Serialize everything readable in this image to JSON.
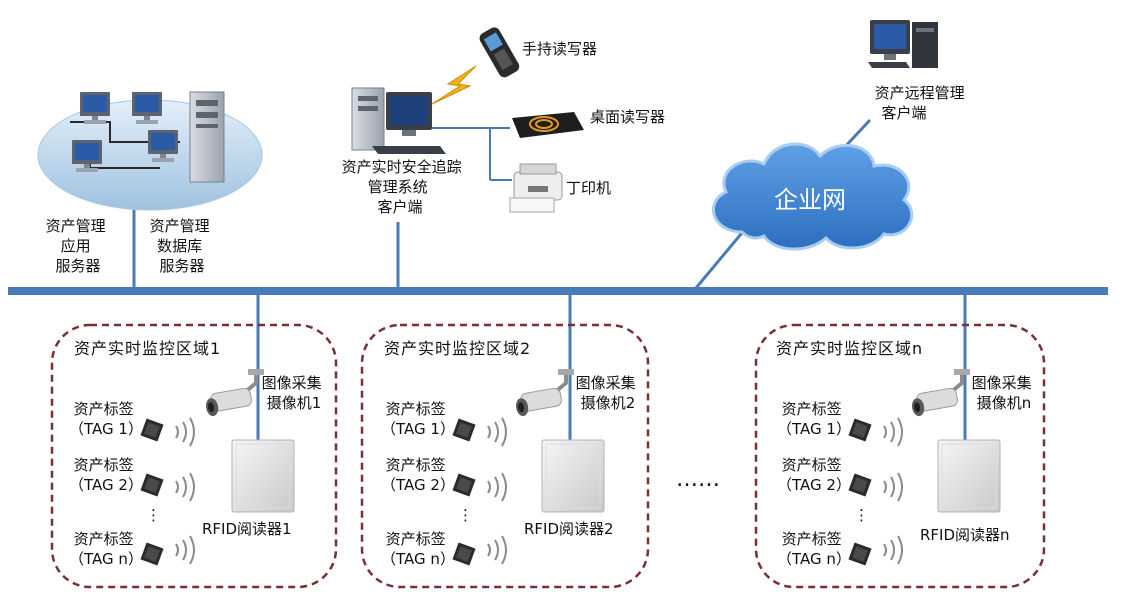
{
  "servers": {
    "app_label": [
      "资产管理",
      "应用",
      "服务器"
    ],
    "db_label": [
      "资产管理",
      "数据库",
      "服务器"
    ]
  },
  "tracking_client": {
    "label": [
      "资产实时安全追踪",
      "管理系统",
      "客户端"
    ]
  },
  "devices": {
    "handheld": "手持读写器",
    "desktop_reader": "桌面读写器",
    "printer": "丁印机"
  },
  "remote_client": {
    "label": [
      "资产远程管理",
      "客户端"
    ]
  },
  "cloud": {
    "label": "企业网"
  },
  "ellipsis": "……",
  "zones": [
    {
      "title": "资产实时监控区域1",
      "camera_label": [
        "图像采集",
        "摄像机1"
      ],
      "reader_label": "RFID阅读器1",
      "tags": [
        {
          "name": "资产标签",
          "id": "（TAG 1）"
        },
        {
          "name": "资产标签",
          "id": "（TAG 2）"
        },
        {
          "name": "资产标签",
          "id": "（TAG n）"
        }
      ]
    },
    {
      "title": "资产实时监控区域2",
      "camera_label": [
        "图像采集",
        "摄像机2"
      ],
      "reader_label": "RFID阅读器2",
      "tags": [
        {
          "name": "资产标签",
          "id": "（TAG 1）"
        },
        {
          "name": "资产标签",
          "id": "（TAG 2）"
        },
        {
          "name": "资产标签",
          "id": "（TAG n）"
        }
      ]
    },
    {
      "title": "资产实时监控区域n",
      "camera_label": [
        "图像采集",
        "摄像机n"
      ],
      "reader_label": "RFID阅读器n",
      "tags": [
        {
          "name": "资产标签",
          "id": "（TAG 1）"
        },
        {
          "name": "资产标签",
          "id": "（TAG 2）"
        },
        {
          "name": "资产标签",
          "id": "（TAG n）"
        }
      ]
    }
  ],
  "colors": {
    "bus": "#4a7ab8",
    "zone_border": "#7a3030",
    "cloud_fill": "#3d82d1",
    "cloud_stroke": "#a9cdf2",
    "platform": "#c5dcef"
  }
}
